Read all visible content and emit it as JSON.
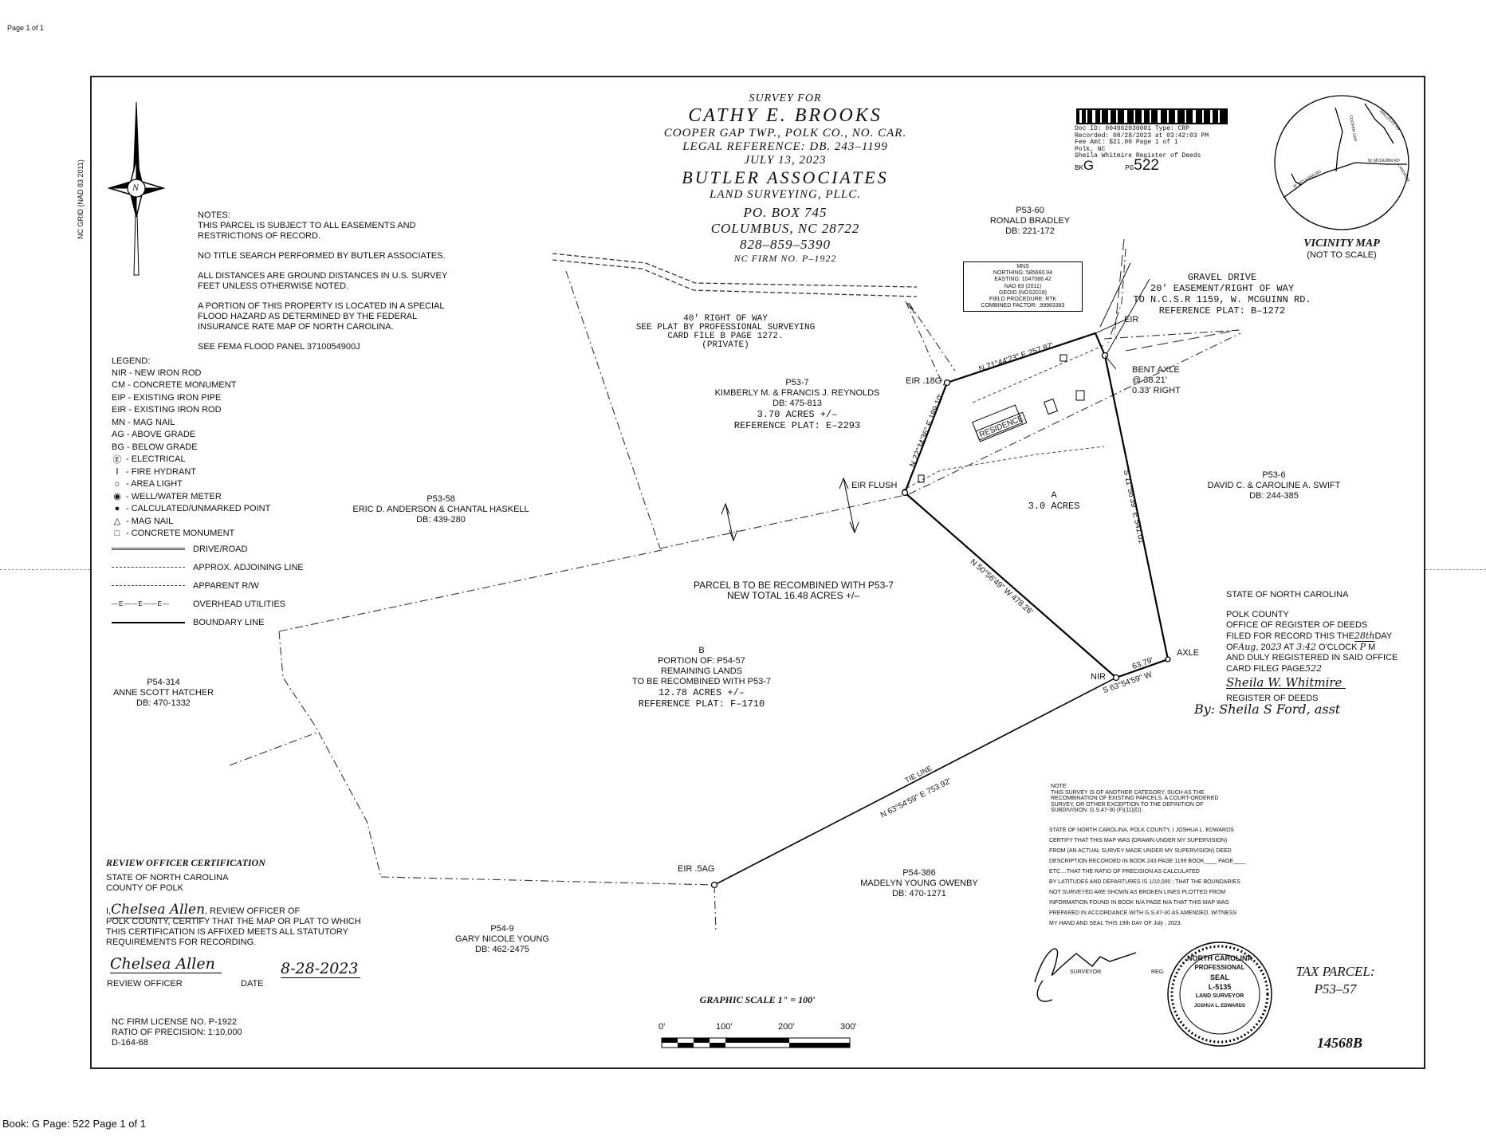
{
  "page_header": "Page 1 of 1",
  "footer": "Book: G  Page:   522    Page 1 of 1",
  "title_block": {
    "line1": "SURVEY FOR",
    "line2": "CATHY E. BROOKS",
    "line3": "COOPER GAP TWP., POLK CO., NO. CAR.",
    "line4": "LEGAL REFERENCE:  DB.  243–1199",
    "line5": "JULY 13, 2023",
    "line6": "BUTLER ASSOCIATES",
    "line7": "LAND SURVEYING, PLLC.",
    "line8": "PO. BOX 745",
    "line9": "COLUMBUS, NC  28722",
    "line10": "828–859–5390",
    "line11": "NC FIRM NO. P–1922"
  },
  "recording_stamp": {
    "line1": "Doc ID: 004962030001 Type: CRP",
    "line2": "Recorded: 08/28/2023 at 03:42:03 PM",
    "line3": "Fee Amt: $21.00 Page 1 of 1",
    "line4": "Polk, NC",
    "line5": "Sheila Whitmire Register of Deeds",
    "bk_label": "BK",
    "bk_value": "G",
    "pg_label": "PG",
    "pg_value": "522"
  },
  "vicinity_map": {
    "title": "VICINITY MAP",
    "subtitle": "(NOT TO SCALE)",
    "road1": "WALLFLYS RD",
    "road2": "W. MCGUINN RD",
    "road3": "COOPER GAP",
    "road4": "W. MCGUINN RD",
    "road5": "LANDRUM"
  },
  "north_arrow": {
    "letter": "N",
    "grid_label": "NC GRID (NAD 83 2011)"
  },
  "notes": {
    "heading": "NOTES:",
    "n1": "THIS PARCEL IS SUBJECT TO ALL EASEMENTS AND RESTRICTIONS OF RECORD.",
    "n2": "NO TITLE SEARCH PERFORMED BY BUTLER ASSOCIATES.",
    "n3": "ALL DISTANCES ARE GROUND DISTANCES IN U.S. SURVEY FEET UNLESS OTHERWISE NOTED.",
    "n4": "A PORTION OF THIS PROPERTY IS LOCATED IN A SPECIAL FLOOD HAZARD AS DETERMINED BY THE FEDERAL INSURANCE RATE MAP OF NORTH CAROLINA.",
    "n5": "SEE FEMA FLOOD PANEL 3710054900J"
  },
  "legend": {
    "heading": "LEGEND:",
    "items": [
      "NIR - NEW IRON ROD",
      "CM - CONCRETE MONUMENT",
      "EIP - EXISTING IRON PIPE",
      "EIR - EXISTING IRON ROD",
      "MN - MAG NAIL",
      "AG - ABOVE GRADE",
      "BG - BELOW GRADE"
    ],
    "symbols": [
      {
        "sym": "Ⓔ",
        "text": "- ELECTRICAL"
      },
      {
        "sym": "Ⅰ",
        "text": "- FIRE HYDRANT"
      },
      {
        "sym": "☼",
        "text": "- AREA LIGHT"
      },
      {
        "sym": "◉",
        "text": "- WELL/WATER METER"
      },
      {
        "sym": "●",
        "text": "- CALCULATED/UNMARKED POINT"
      },
      {
        "sym": "△",
        "text": "- MAG NAIL"
      },
      {
        "sym": "□",
        "text": "- CONCRETE MONUMENT"
      }
    ],
    "lines": [
      "DRIVE/ROAD",
      "APPROX. ADJOINING LINE",
      "APPARENT R/W",
      "OVERHEAD UTILITIES",
      "BOUNDARY LINE"
    ],
    "utility_mark": "—E——E——E—"
  },
  "mns_box": {
    "l1": "MNS",
    "l2": "NORTHING: 585660.94",
    "l3": "EASTING: 1047086.42",
    "l4": "NAD 83 (2011)",
    "l5": "GEOID (NGS2018)",
    "l6": "FIELD PROCEDURE: RTK",
    "l7": "COMBINED FACTOR: .99983383"
  },
  "map_labels": {
    "p53_60": [
      "P53-60",
      "RONALD BRADLEY",
      "DB: 221-172"
    ],
    "gravel": [
      "GRAVEL DRIVE",
      "20' EASEMENT/RIGHT OF WAY",
      "TO N.C.S.R 1159, W. MCGUINN RD.",
      "REFERENCE PLAT: B–1272"
    ],
    "eir_top": "EIR",
    "bent_axle": [
      "BENT AXLE",
      "@ 38.21'",
      "0.33' RIGHT"
    ],
    "row": [
      "40' RIGHT OF WAY",
      "SEE PLAT BY PROFESSIONAL SURVEYING",
      "CARD FILE B PAGE 1272.",
      "(PRIVATE)"
    ],
    "p53_7": [
      "P53-7",
      "KIMBERLY M. & FRANCIS J. REYNOLDS",
      "DB: 475-813",
      "3.70 ACRES +/–",
      "REFERENCE PLAT: E–2293"
    ],
    "eir_18g": "EIR .18G",
    "residence": "RESIDENCE",
    "call_n71": "N 71°44'23\" E  257.87'",
    "call_n22": "N 22°34'36\" E  189.10'",
    "call_s11": "S 11°56'39\" E  541.01'",
    "call_n50": "N 50°56'49\" W  478.26'",
    "call_s63": "S 63°54'59\" W",
    "call_63_79": "63.79'",
    "call_tie": "N 63°54'59\" E  753.92'",
    "tie_line": "TIE LINE",
    "eir_flush": "EIR FLUSH",
    "parcel_a": [
      "A",
      "3.0 ACRES"
    ],
    "p53_6": [
      "P53-6",
      "DAVID C. & CAROLINE A. SWIFT",
      "DB: 244-385"
    ],
    "p53_58": [
      "P53-58",
      "ERIC D. ANDERSON & CHANTAL HASKELL",
      "DB: 439-280"
    ],
    "parcel_b_note": [
      "PARCEL B TO BE RECOMBINED WITH P53-7",
      "NEW TOTAL  16.48 ACRES +/–"
    ],
    "parcel_b": [
      "B",
      "PORTION OF: P54-57",
      "REMAINING LANDS",
      "TO BE RECOMBINED WITH P53-7",
      "12.78 ACRES +/–",
      "REFERENCE PLAT: F–1710"
    ],
    "axle": "AXLE",
    "nir": "NIR",
    "p54_314": [
      "P54-314",
      "ANNE SCOTT HATCHER",
      "DB: 470-1332"
    ],
    "eir_5ag": "EIR .5AG",
    "p54_386": [
      "P54-386",
      "MADELYN YOUNG OWENBY",
      "DB: 470-1271"
    ],
    "p54_9": [
      "P54-9",
      "GARY NICOLE YOUNG",
      "DB: 462-2475"
    ]
  },
  "register_block": {
    "l1": "STATE OF NORTH CAROLINA",
    "l2": "POLK COUNTY",
    "l3": "OFFICE OF REGISTER OF DEEDS",
    "l4a": "FILED FOR RECORD THIS THE",
    "l4b": "28th",
    "l4c": "DAY",
    "l5a": "OF",
    "l5b": "Aug",
    "l5c": ", 20",
    "l5d": "23",
    "l5e": " AT ",
    "l5f": "3:42",
    "l5g": " O'CLOCK ",
    "l5h": "P",
    "l5i": " M",
    "l6": "AND DULY REGISTERED IN SAID OFFICE",
    "l7a": "CARD FILE",
    "l7b": "G",
    "l7c": " PAGE",
    "l7d": "522",
    "sig1": "Sheila W. Whitmire",
    "l8": "REGISTER OF DEEDS",
    "sig2": "By: Sheila S Ford, asst"
  },
  "surveyor_note": {
    "l1": "NOTE:",
    "l2": "THIS SURVEY IS OF ANOTHER CATEGORY, SUCH AS THE",
    "l3": "RECOMBINATION OF EXISTING PARCELS, A COURT-ORDERED",
    "l4": "SURVEY, OR OTHER EXCEPTION TO THE DEFINITION OF",
    "l5": "SUBDIVISION. G.S.47-30 (F)(11)(D).",
    "c1": "STATE OF NORTH CAROLINA, POLK COUNTY, I JOSHUA L. EDWARDS",
    "c2": "CERTIFY THAT THIS MAP WAS (DRAWN UNDER MY SUPERVISION)",
    "c3": "FROM (AN ACTUAL SURVEY MADE UNDER MY SUPERVISION) DEED",
    "c4": "DESCRIPTION RECORDED IN BOOK 243 PAGE 1199 BOOK____ PAGE____",
    "c5": "ETC....THAT THE RATIO OF PRECISION AS CALCULATED",
    "c6": "BY LATITUDES AND DEPARTURES IS 1/10,000 ; THAT THE BOUNDARIES",
    "c7": "NOT SURVEYED ARE SHOWN AS BROKEN LINES PLOTTED FROM",
    "c8": "INFORMATION FOUND IN BOOK N/A PAGE N/A THAT THIS MAP WAS",
    "c9": "PREPARED IN ACCORDANCE WITH G.S.47-30 AS AMENDED. WITNESS",
    "c10": "MY HAND AND SEAL THIS 19th DAY OF July , 2023.",
    "surveyor": "SURVEYOR",
    "reg": "REG."
  },
  "seal": {
    "top": "NORTH CAROLINA",
    "pro": "PROFESSIONAL",
    "word": "SEAL",
    "num": "L-5135",
    "ls": "LAND SURVEYOR",
    "name": "JOSHUA L. EDWARDS"
  },
  "tax_parcel": {
    "l1": "TAX PARCEL:",
    "l2": "P53–57"
  },
  "plat_number": "14568B",
  "review": {
    "heading": "REVIEW OFFICER CERTIFICATION",
    "l1": "STATE OF NORTH CAROLINA",
    "l2": "COUNTY OF POLK",
    "l3a": "I,",
    "l3b": "Chelsea Allen",
    "l3c": ", REVIEW OFFICER OF",
    "l4": "POLK COUNTY, CERTIFY THAT THE MAP OR PLAT TO WHICH",
    "l5": "THIS CERTIFICATION IS AFFIXED MEETS ALL STATUTORY",
    "l6": "REQUIREMENTS FOR RECORDING.",
    "sig": "Chelsea Allen",
    "date_val": "8-28-2023",
    "officer_label": "REVIEW OFFICER",
    "date_label": "DATE"
  },
  "firm_info": {
    "l1": "NC FIRM LICENSE NO. P-1922",
    "l2": "RATIO OF PRECISION:  1:10,000",
    "l3": "D-164-68"
  },
  "scale": {
    "title": "GRAPHIC SCALE  1\"  =  100'",
    "t0": "0'",
    "t1": "100'",
    "t2": "200'",
    "t3": "300'"
  }
}
